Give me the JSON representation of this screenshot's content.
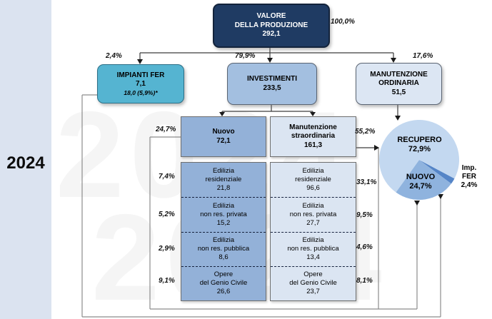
{
  "sidebar": {
    "year": "2024"
  },
  "watermark": {
    "text": "2024"
  },
  "root": {
    "title_line1": "VALORE",
    "title_line2": "DELLA PRODUZIONE",
    "value": "292,1",
    "pct": "100,0%"
  },
  "branches": {
    "fer": {
      "title": "IMPIANTI FER",
      "value": "7,1",
      "note": "18,0 (5,9%)*",
      "pct": "2,4%"
    },
    "investimenti": {
      "title": "INVESTIMENTI",
      "value": "233,5",
      "pct": "79,9%"
    },
    "manutenzione_ordinaria": {
      "title_line1": "MANUTENZIONE",
      "title_line2": "ORDINARIA",
      "value": "51,5",
      "pct": "17,6%"
    }
  },
  "investimenti_children": {
    "nuovo": {
      "title": "Nuovo",
      "value": "72,1",
      "pct": "24,7%"
    },
    "straordinaria": {
      "title_line1": "Manutenzione",
      "title_line2": "straordinaria",
      "value": "161,3",
      "pct": "55,2%"
    }
  },
  "nuovo_rows": [
    {
      "line1": "Edilizia",
      "line2": "residenziale",
      "value": "21,8",
      "pct": "7,4%"
    },
    {
      "line1": "Edilizia",
      "line2": "non res. privata",
      "value": "15,2",
      "pct": "5,2%"
    },
    {
      "line1": "Edilizia",
      "line2": "non res. pubblica",
      "value": "8,6",
      "pct": "2,9%"
    },
    {
      "line1": "Opere",
      "line2": "del Genio Civile",
      "value": "26,6",
      "pct": "9,1%"
    }
  ],
  "straordinaria_rows": [
    {
      "line1": "Edilizia",
      "line2": "residenziale",
      "value": "96,6",
      "pct": "33,1%"
    },
    {
      "line1": "Edilizia",
      "line2": "non res. privata",
      "value": "27,7",
      "pct": "9,5%"
    },
    {
      "line1": "Edilizia",
      "line2": "non res. pubblica",
      "value": "13,4",
      "pct": "4,6%"
    },
    {
      "line1": "Opere",
      "line2": "del Genio Civile",
      "value": "23,7",
      "pct": "8,1%"
    }
  ],
  "pie": {
    "slices": [
      {
        "name": "imp-fer",
        "value": 2.4,
        "color": "#5585c7"
      },
      {
        "name": "nuovo",
        "value": 24.7,
        "color": "#8fb3de"
      },
      {
        "name": "recupero",
        "value": 72.9,
        "color": "#c3d8f0"
      }
    ],
    "labels": {
      "recupero_line1": "RECUPERO",
      "recupero_line2": "72,9%",
      "nuovo_line1": "NUOVO",
      "nuovo_line2": "24,7%",
      "impfer_line1": "Imp.",
      "impfer_line2": "FER",
      "impfer_line3": "2,4%"
    }
  },
  "chart_data": {
    "type": "pie",
    "labels": [
      "RECUPERO",
      "NUOVO",
      "Imp. FER"
    ],
    "values": [
      72.9,
      24.7,
      2.4
    ],
    "colors": [
      "#c3d8f0",
      "#8fb3de",
      "#5585c7"
    ],
    "title": "",
    "legend_position": "inside"
  }
}
